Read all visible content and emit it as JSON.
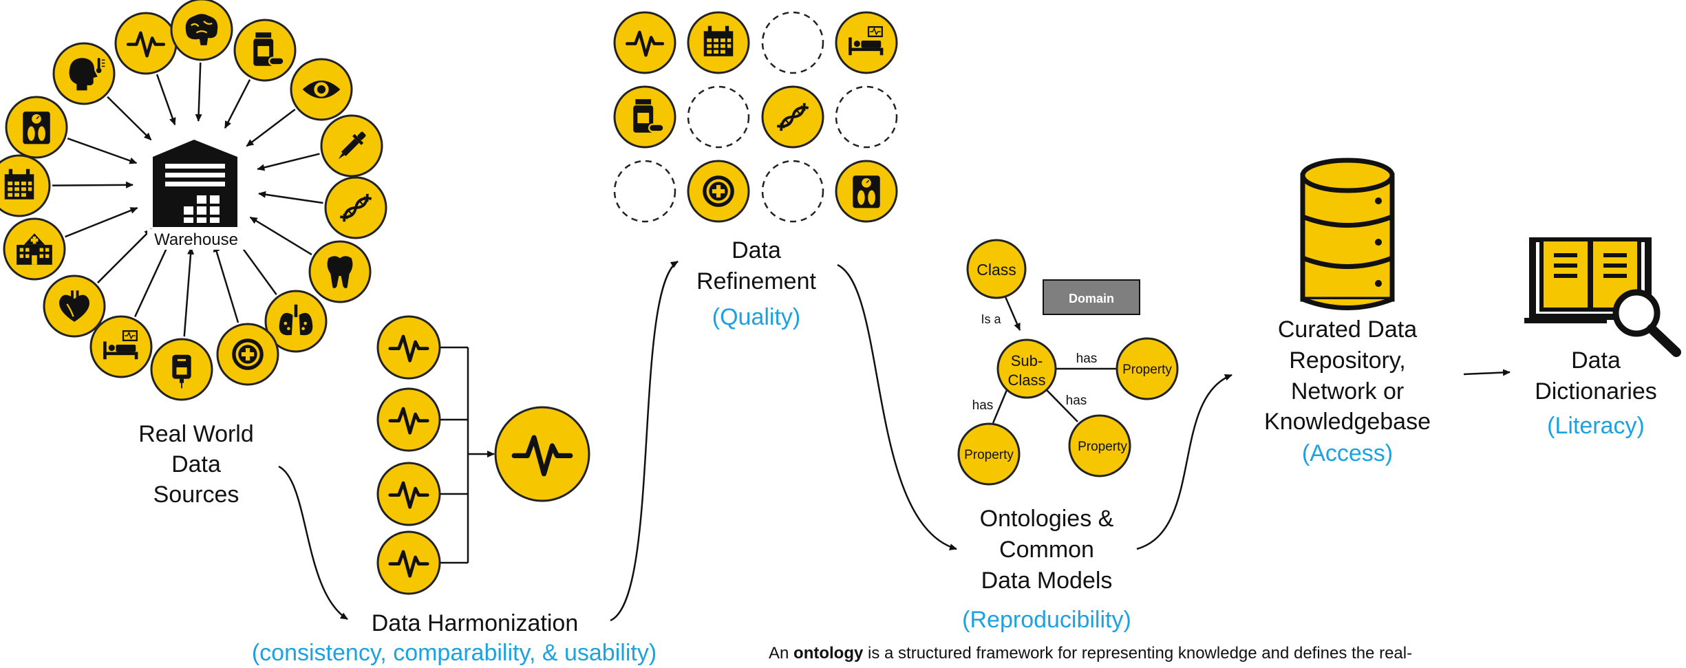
{
  "sources": {
    "warehouse_label": "Warehouse",
    "line1": "Real World",
    "line2": "Data",
    "line3": "Sources"
  },
  "harmonization": {
    "title": "Data Harmonization",
    "subtitle": "(consistency, comparability, & usability)"
  },
  "refinement": {
    "line1": "Data",
    "line2": "Refinement",
    "subtitle": "(Quality)"
  },
  "ontology_diagram": {
    "class": "Class",
    "domain": "Domain",
    "is_a": "Is a",
    "subclass_1": "Sub-",
    "subclass_2": "Class",
    "has1": "has",
    "has2": "has",
    "has3": "has",
    "property": "Property"
  },
  "ontologies": {
    "line1": "Ontologies &",
    "line2": "Common",
    "line3": "Data Models",
    "subtitle": "(Reproducibility)"
  },
  "repository": {
    "line1": "Curated Data",
    "line2": "Repository,",
    "line3": "Network or",
    "line4": "Knowledgebase",
    "subtitle": "(Access)"
  },
  "dictionaries": {
    "line1": "Data",
    "line2": "Dictionaries",
    "subtitle": "(Literacy)"
  },
  "footnote": {
    "prefix": "An ",
    "bold": "ontology",
    "rest": " is a structured framework for representing knowledge and defines the real-"
  },
  "icons": [
    "pulse-icon",
    "brain-icon",
    "medicine-bottle-icon",
    "eye-icon",
    "dropper-icon",
    "dna-icon",
    "tooth-icon",
    "lungs-icon",
    "medical-cross-icon",
    "iv-bag-icon",
    "hospital-bed-icon",
    "heart-icon",
    "hospital-icon",
    "calendar-icon",
    "scale-icon",
    "head-temperature-icon"
  ],
  "colors": {
    "node_fill": "#f6c700",
    "accent_blue": "#1aa3e0",
    "ink": "#111111"
  }
}
